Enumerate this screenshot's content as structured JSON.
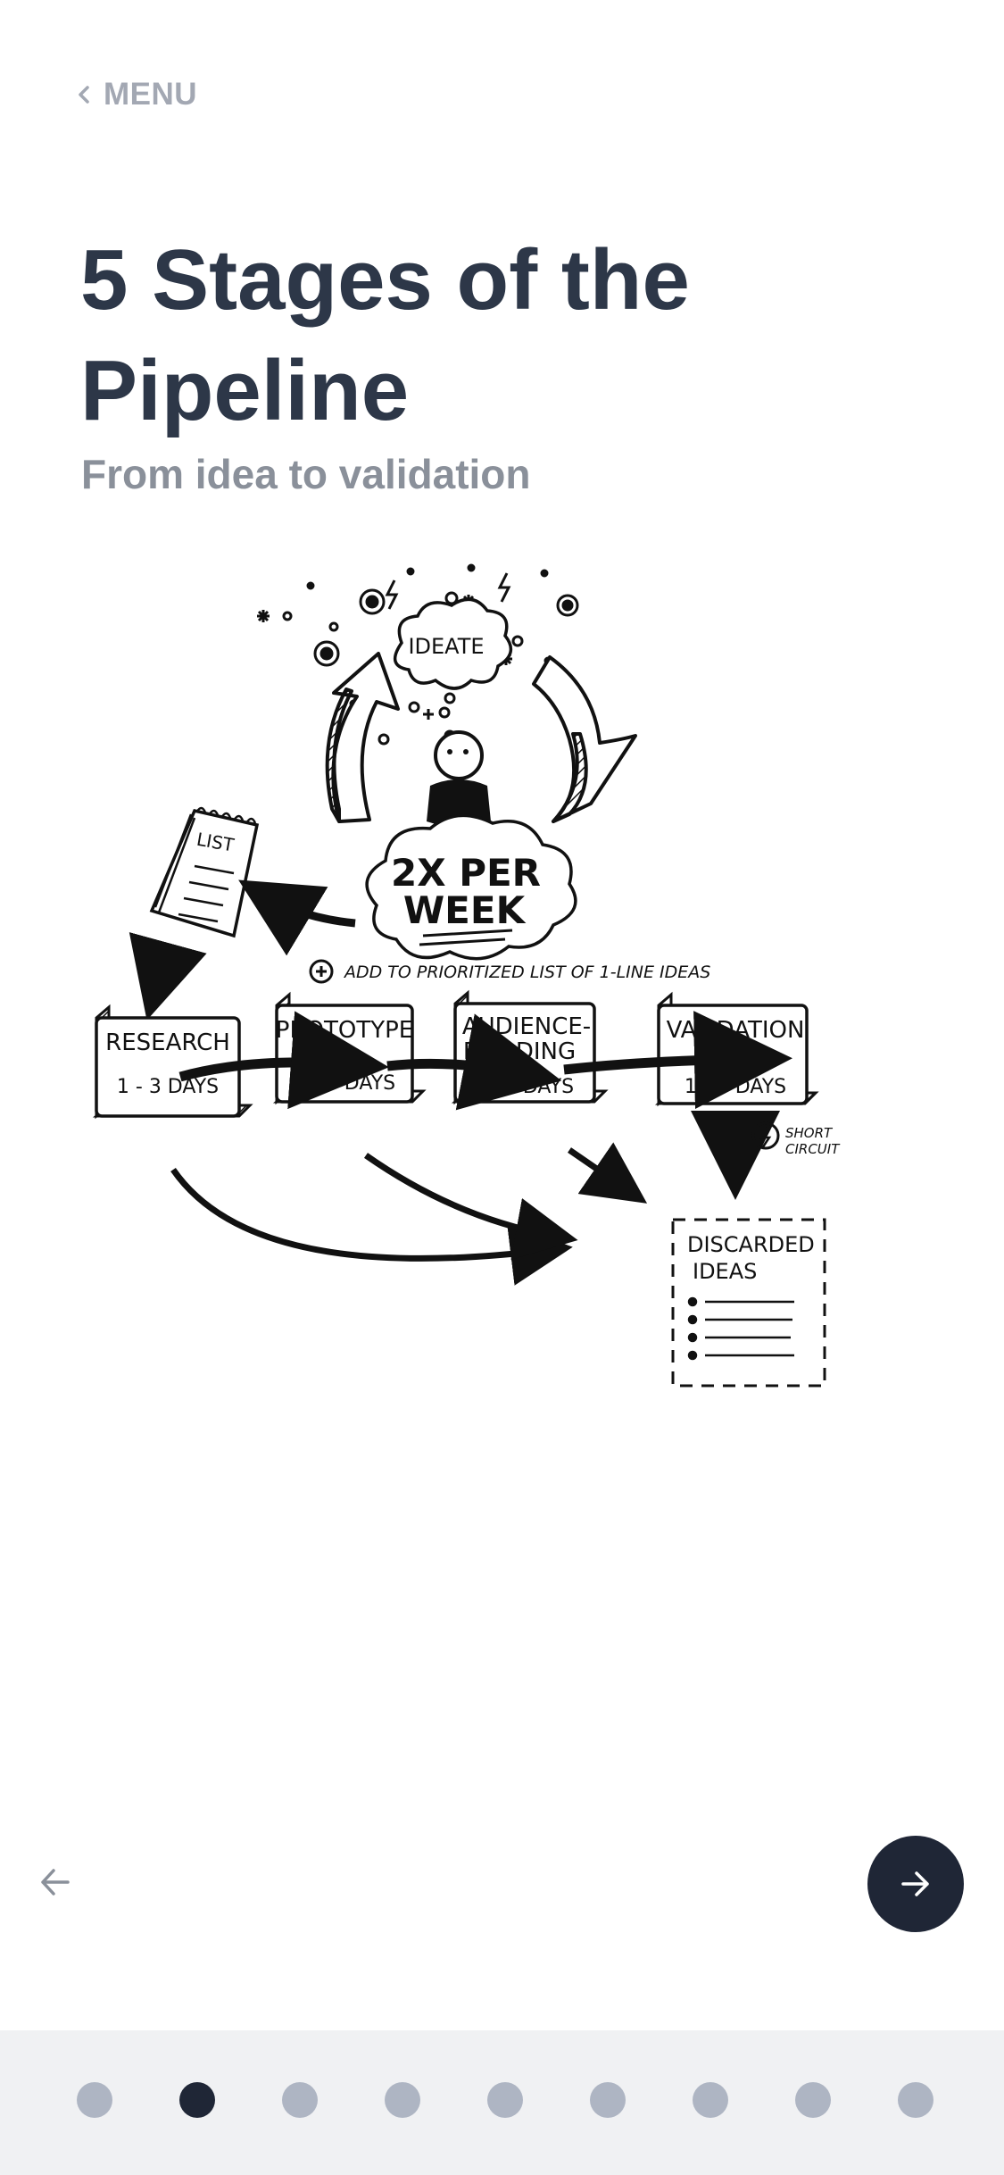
{
  "nav": {
    "menu_label": "MENU"
  },
  "page": {
    "title": "5 Stages of the Pipeline",
    "subtitle": "From idea to validation"
  },
  "illustration": {
    "ideate": "IDEATE",
    "frequency_line1": "2X PER",
    "frequency_line2": "WEEK",
    "add_note": "ADD TO PRIORITIZED LIST OF 1-LINE IDEAS",
    "list_label": "LIST",
    "stages": [
      {
        "label_line1": "RESEARCH",
        "label_line2": "",
        "duration": "1 - 3 DAYS"
      },
      {
        "label_line1": "PROTOTYPE",
        "label_line2": "",
        "duration": "1 - 3 DAYS"
      },
      {
        "label_line1": "AUDIENCE-",
        "label_line2": "BUILDING",
        "duration": "1 - 3 DAYS"
      },
      {
        "label_line1": "VALIDATION",
        "label_line2": "",
        "duration": "1 - 3 DAYS"
      }
    ],
    "short_circuit_line1": "SHORT",
    "short_circuit_line2": "CIRCUIT",
    "discarded_line1": "DISCARDED",
    "discarded_line2": "IDEAS"
  },
  "pagination": {
    "total_dots": 9,
    "active_index": 1
  },
  "colors": {
    "title": "#2d3748",
    "subtitle": "#8a909a",
    "menu": "#a3a8b3",
    "next_button": "#1f2636",
    "footer_bg": "#f0f1f3",
    "dot_inactive": "#aeb5c3",
    "dot_active": "#1f2636"
  }
}
